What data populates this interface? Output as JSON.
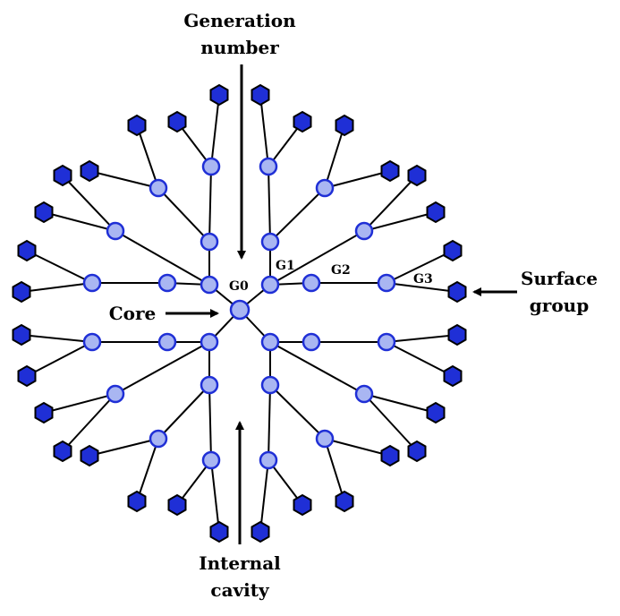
{
  "labels": {
    "generation_number": [
      "Generation",
      "number"
    ],
    "core": "Core",
    "surface_group": [
      "Surface",
      "group"
    ],
    "internal_cavity": [
      "Internal",
      "cavity"
    ],
    "generations": [
      "G0",
      "G1",
      "G2",
      "G3"
    ]
  },
  "colors": {
    "node_fill": "#a9b6f2",
    "node_stroke": "#1f2fd6",
    "hex_fill": "#1f2fd6",
    "hex_stroke": "#000000",
    "line": "#000000"
  }
}
